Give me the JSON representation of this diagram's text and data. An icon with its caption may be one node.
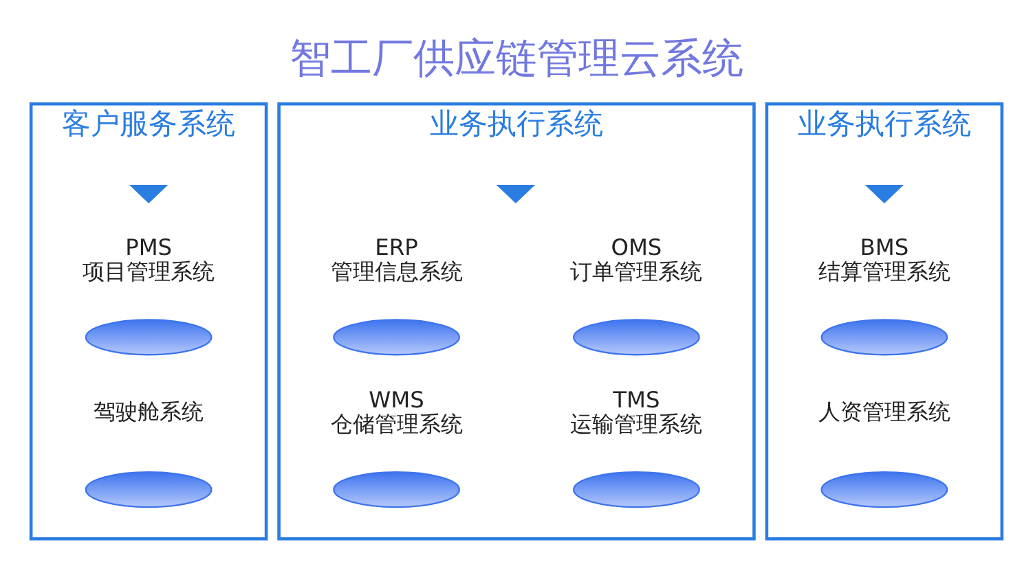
{
  "diagram": {
    "title": "智工厂供应链管理云系统",
    "nodes": [
      {
        "text": [
          "客户服务系统"
        ]
      },
      {
        "text": [],
        "shape": "triangle",
        "in": 0
      },
      {
        "text": [
          "PMS",
          "项目管理系统"
        ],
        "in": 0
      },
      {
        "text": [],
        "shape": "ellipse",
        "in": 0
      },
      {
        "text": [
          "驾驶舱系统"
        ],
        "in": 0
      },
      {
        "text": [],
        "shape": "ellipse",
        "in": 0
      },
      {
        "text": [
          "业务执行系统"
        ]
      },
      {
        "text": [],
        "shape": "triangle",
        "in": 6
      },
      {
        "text": [
          "ERP",
          "管理信息系统"
        ],
        "in": 6
      },
      {
        "text": [
          "OMS",
          "订单管理系统"
        ],
        "in": 6
      },
      {
        "text": [],
        "shape": "ellipse",
        "in": 6
      },
      {
        "text": [],
        "shape": "ellipse",
        "in": 6
      },
      {
        "text": [
          "WMS",
          "仓储管理系统"
        ],
        "in": 6
      },
      {
        "text": [
          "TMS",
          "运输管理系统"
        ],
        "in": 6
      },
      {
        "text": [],
        "shape": "ellipse",
        "in": 6
      },
      {
        "text": [],
        "shape": "ellipse",
        "in": 6
      },
      {
        "text": [
          "业务执行系统"
        ]
      },
      {
        "text": [],
        "shape": "triangle",
        "in": 16
      },
      {
        "text": [
          "BMS",
          "结算管理系统"
        ],
        "in": 16
      },
      {
        "text": [],
        "shape": "ellipse",
        "in": 16
      },
      {
        "text": [
          "人资管理系统"
        ],
        "in": 16
      },
      {
        "text": [],
        "shape": "ellipse",
        "in": 16
      }
    ]
  }
}
